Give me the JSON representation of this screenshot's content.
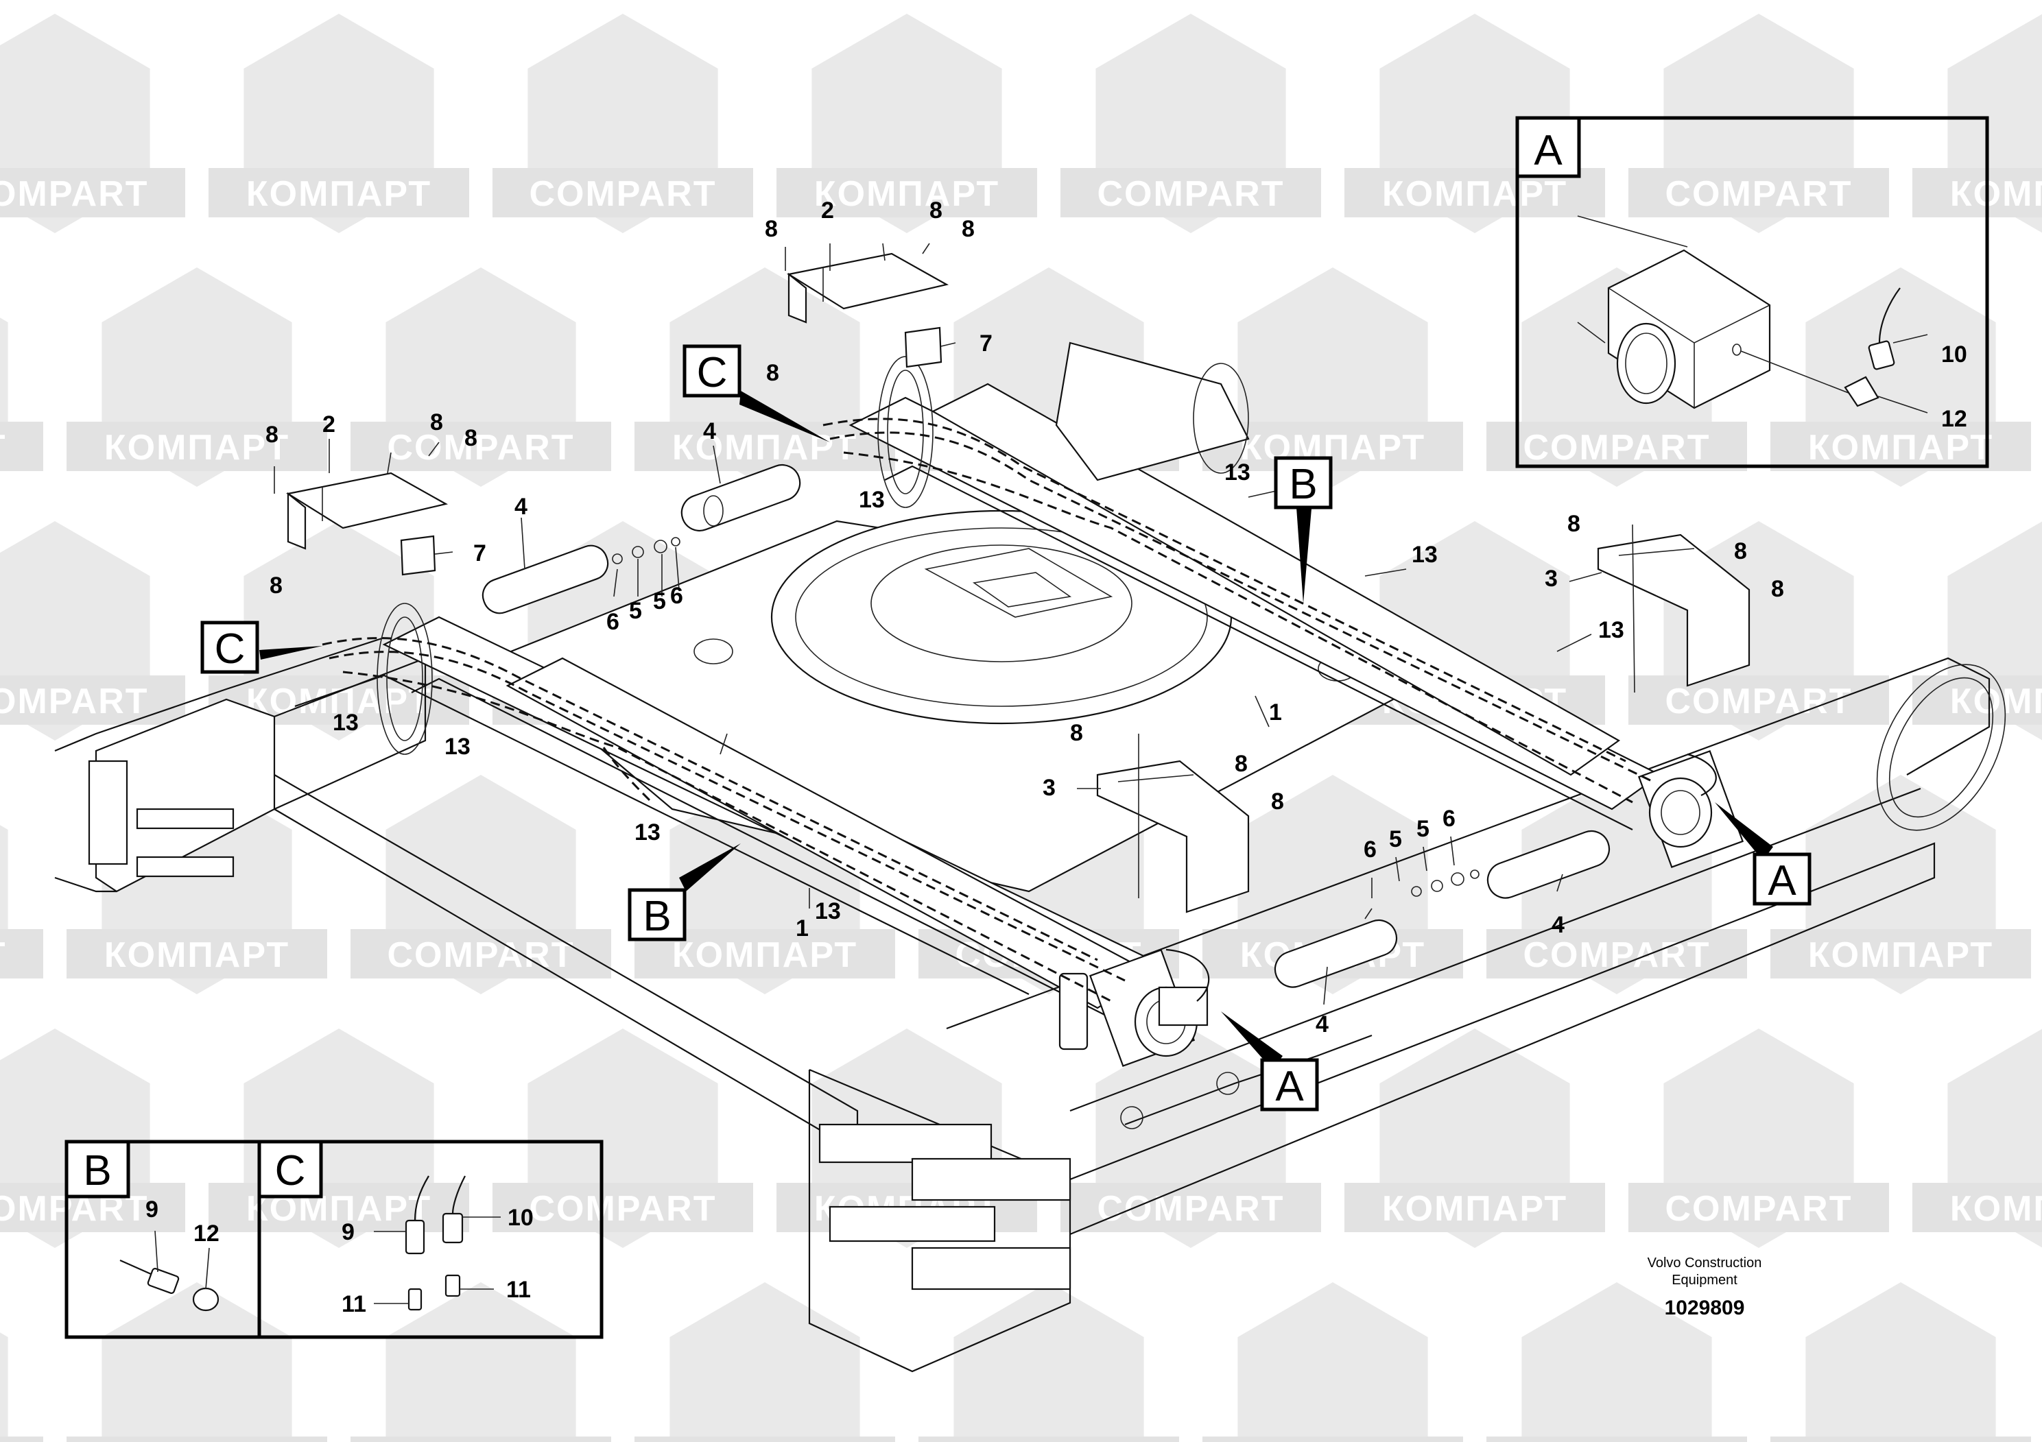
{
  "watermark": {
    "brand_latin": "COMPART",
    "brand_cyrillic": "КОМПАРТ"
  },
  "labels": {
    "n1": "1",
    "n2": "2",
    "n3": "3",
    "n4": "4",
    "n5": "5",
    "n6": "6",
    "n7": "7",
    "n8": "8",
    "n9": "9",
    "n10": "10",
    "n11": "11",
    "n12": "12",
    "n13": "13"
  },
  "callouts": {
    "a": "A",
    "b": "B",
    "c": "C"
  },
  "footer": {
    "company_line1": "Volvo Construction",
    "company_line2": "Equipment",
    "document_number": "1029809"
  }
}
